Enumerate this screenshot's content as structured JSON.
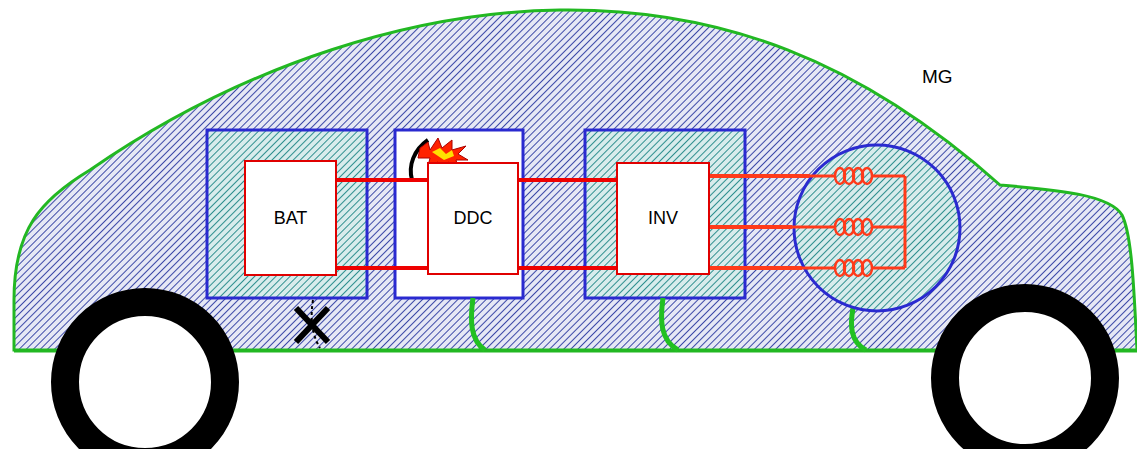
{
  "diagram": {
    "nodes": [
      {
        "text": [
          "BAT"
        ]
      },
      {
        "text": [
          "DDC"
        ]
      },
      {
        "text": [
          "INV"
        ]
      },
      {
        "text": [
          "MG"
        ]
      }
    ],
    "edges": [
      {
        "from": 0,
        "to": 1,
        "arrow": "none"
      },
      {
        "from": 0,
        "to": 1,
        "arrow": "none"
      },
      {
        "from": 1,
        "to": 2,
        "arrow": "none"
      },
      {
        "from": 1,
        "to": 2,
        "arrow": "none"
      },
      {
        "from": 2,
        "to": 3,
        "arrow": "none"
      },
      {
        "from": 2,
        "to": 3,
        "arrow": "none"
      },
      {
        "from": 2,
        "to": 3,
        "arrow": "none"
      }
    ]
  }
}
